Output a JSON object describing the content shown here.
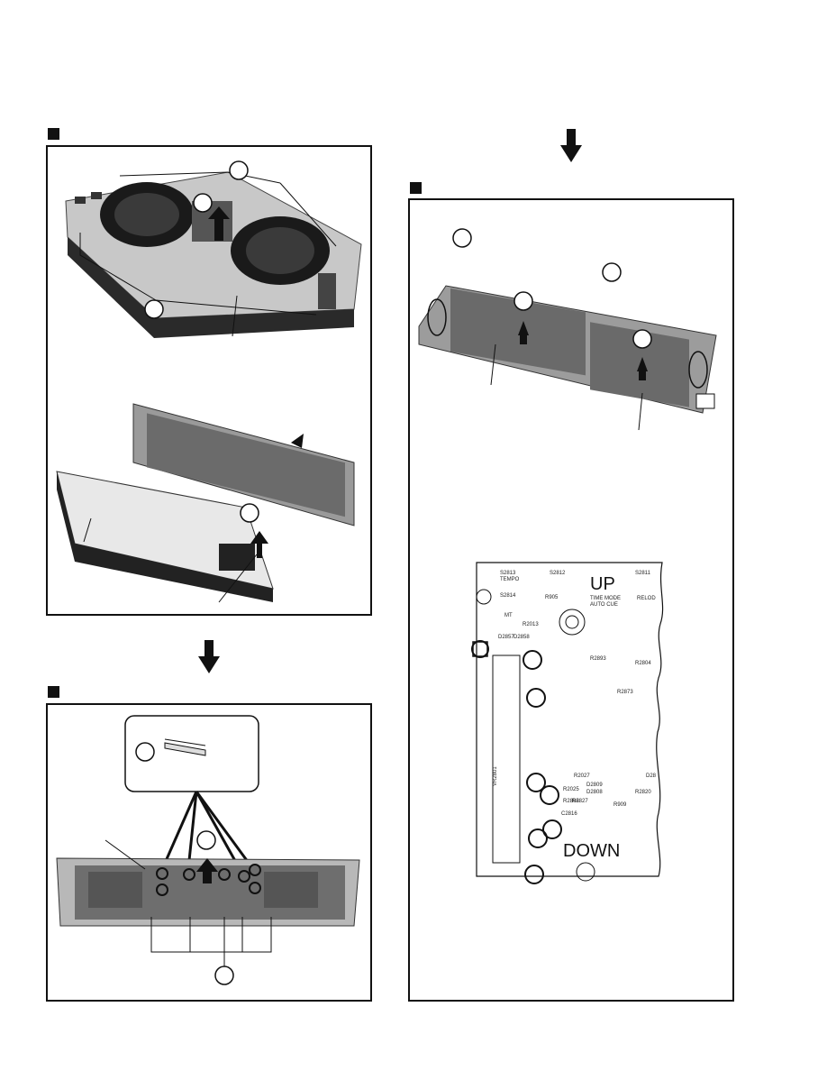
{
  "pcb": {
    "up_label": "UP",
    "down_label": "DOWN",
    "labels": [
      "S2813",
      "TEMPO",
      "S2812",
      "S2811",
      "S2814",
      "R905",
      "TIME MODE",
      "AUTO CUE",
      "RELOD",
      "MT",
      "R2013",
      "D2857",
      "D2858",
      "R2893",
      "R2804",
      "R2873",
      "R2027",
      "VR2801",
      "D2809",
      "D2808",
      "R2025",
      "R2808",
      "R2827",
      "R909",
      "D28",
      "C2816",
      "R2820"
    ]
  }
}
